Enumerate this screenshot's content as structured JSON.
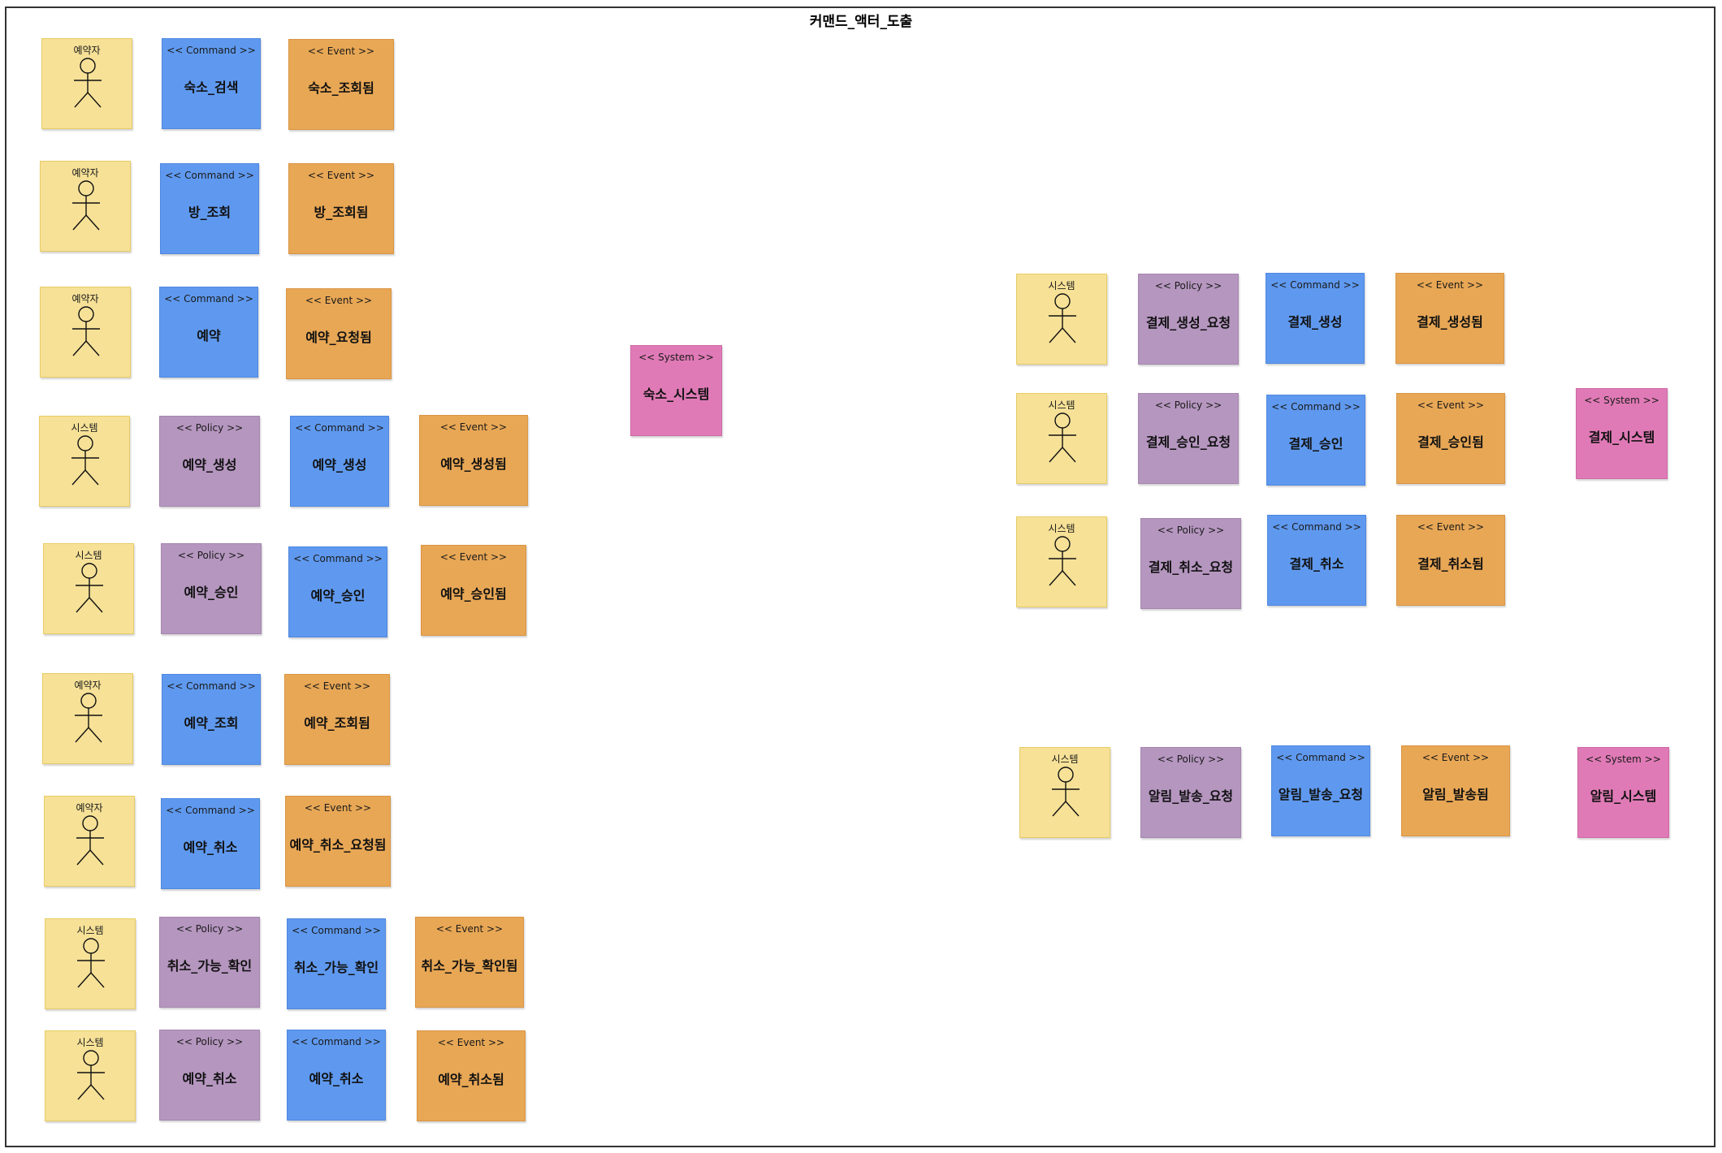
{
  "title": "커맨드_액터_도출",
  "colors": {
    "actor": "#f6e197",
    "command": "#5f99ef",
    "event": "#e8a755",
    "policy": "#b596bf",
    "system": "#e07ab6"
  },
  "stickies": [
    {
      "id": "actor-1",
      "kind": "actor",
      "role": "예약자"
    },
    {
      "id": "cmd-1",
      "kind": "command",
      "stereotype": "<< Command >>",
      "name": "숙소_검색"
    },
    {
      "id": "evt-1",
      "kind": "event",
      "stereotype": "<< Event >>",
      "name": "숙소_조회됨"
    },
    {
      "id": "actor-2",
      "kind": "actor",
      "role": "예약자"
    },
    {
      "id": "cmd-2",
      "kind": "command",
      "stereotype": "<< Command >>",
      "name": "방_조회"
    },
    {
      "id": "evt-2",
      "kind": "event",
      "stereotype": "<< Event >>",
      "name": "방_조회됨"
    },
    {
      "id": "actor-3",
      "kind": "actor",
      "role": "예약자"
    },
    {
      "id": "cmd-3",
      "kind": "command",
      "stereotype": "<< Command >>",
      "name": "예약"
    },
    {
      "id": "evt-3",
      "kind": "event",
      "stereotype": "<< Event >>",
      "name": "예약_요청됨"
    },
    {
      "id": "actor-4",
      "kind": "actor",
      "role": "시스템"
    },
    {
      "id": "pol-4",
      "kind": "policy",
      "stereotype": "<< Policy >>",
      "name": "예약_생성"
    },
    {
      "id": "cmd-4",
      "kind": "command",
      "stereotype": "<< Command >>",
      "name": "예약_생성"
    },
    {
      "id": "evt-4",
      "kind": "event",
      "stereotype": "<< Event >>",
      "name": "예약_생성됨"
    },
    {
      "id": "actor-5",
      "kind": "actor",
      "role": "시스템"
    },
    {
      "id": "pol-5",
      "kind": "policy",
      "stereotype": "<< Policy >>",
      "name": "예약_승인"
    },
    {
      "id": "cmd-5",
      "kind": "command",
      "stereotype": "<< Command >>",
      "name": "예약_승인"
    },
    {
      "id": "evt-5",
      "kind": "event",
      "stereotype": "<< Event >>",
      "name": "예약_승인됨"
    },
    {
      "id": "actor-6",
      "kind": "actor",
      "role": "예약자"
    },
    {
      "id": "cmd-6",
      "kind": "command",
      "stereotype": "<< Command >>",
      "name": "예약_조회"
    },
    {
      "id": "evt-6",
      "kind": "event",
      "stereotype": "<< Event >>",
      "name": "예약_조회됨"
    },
    {
      "id": "actor-7",
      "kind": "actor",
      "role": "예약자"
    },
    {
      "id": "cmd-7",
      "kind": "command",
      "stereotype": "<< Command >>",
      "name": "예약_취소"
    },
    {
      "id": "evt-7",
      "kind": "event",
      "stereotype": "<< Event >>",
      "name": "예약_취소_요청됨"
    },
    {
      "id": "actor-8",
      "kind": "actor",
      "role": "시스템"
    },
    {
      "id": "pol-8",
      "kind": "policy",
      "stereotype": "<< Policy >>",
      "name": "취소_가능_확인"
    },
    {
      "id": "cmd-8",
      "kind": "command",
      "stereotype": "<< Command >>",
      "name": "취소_가능_확인"
    },
    {
      "id": "evt-8",
      "kind": "event",
      "stereotype": "<< Event >>",
      "name": "취소_가능_확인됨"
    },
    {
      "id": "actor-9",
      "kind": "actor",
      "role": "시스템"
    },
    {
      "id": "pol-9",
      "kind": "policy",
      "stereotype": "<< Policy >>",
      "name": "예약_취소"
    },
    {
      "id": "cmd-9",
      "kind": "command",
      "stereotype": "<< Command >>",
      "name": "예약_취소"
    },
    {
      "id": "evt-9",
      "kind": "event",
      "stereotype": "<< Event >>",
      "name": "예약_취소됨"
    },
    {
      "id": "sys-lodging",
      "kind": "system",
      "stereotype": "<< System >>",
      "name": "숙소_시스템"
    },
    {
      "id": "actor-p1",
      "kind": "actor",
      "role": "시스템"
    },
    {
      "id": "pol-p1",
      "kind": "policy",
      "stereotype": "<< Policy >>",
      "name": "결제_생성_요청"
    },
    {
      "id": "cmd-p1",
      "kind": "command",
      "stereotype": "<< Command >>",
      "name": "결제_생성"
    },
    {
      "id": "evt-p1",
      "kind": "event",
      "stereotype": "<< Event >>",
      "name": "결제_생성됨"
    },
    {
      "id": "actor-p2",
      "kind": "actor",
      "role": "시스템"
    },
    {
      "id": "pol-p2",
      "kind": "policy",
      "stereotype": "<< Policy >>",
      "name": "결제_승인_요청"
    },
    {
      "id": "cmd-p2",
      "kind": "command",
      "stereotype": "<< Command >>",
      "name": "결제_승인"
    },
    {
      "id": "evt-p2",
      "kind": "event",
      "stereotype": "<< Event >>",
      "name": "결제_승인됨"
    },
    {
      "id": "sys-payment",
      "kind": "system",
      "stereotype": "<< System >>",
      "name": "결제_시스템"
    },
    {
      "id": "actor-p3",
      "kind": "actor",
      "role": "시스템"
    },
    {
      "id": "pol-p3",
      "kind": "policy",
      "stereotype": "<< Policy >>",
      "name": "결제_취소_요청"
    },
    {
      "id": "cmd-p3",
      "kind": "command",
      "stereotype": "<< Command >>",
      "name": "결제_취소"
    },
    {
      "id": "evt-p3",
      "kind": "event",
      "stereotype": "<< Event >>",
      "name": "결제_취소됨"
    },
    {
      "id": "actor-n1",
      "kind": "actor",
      "role": "시스템"
    },
    {
      "id": "pol-n1",
      "kind": "policy",
      "stereotype": "<< Policy >>",
      "name": "알림_발송_요청"
    },
    {
      "id": "cmd-n1",
      "kind": "command",
      "stereotype": "<< Command >>",
      "name": "알림_발송_요청"
    },
    {
      "id": "evt-n1",
      "kind": "event",
      "stereotype": "<< Event >>",
      "name": "알림_발송됨"
    },
    {
      "id": "sys-notify",
      "kind": "system",
      "stereotype": "<< System >>",
      "name": "알림_시스템"
    }
  ]
}
